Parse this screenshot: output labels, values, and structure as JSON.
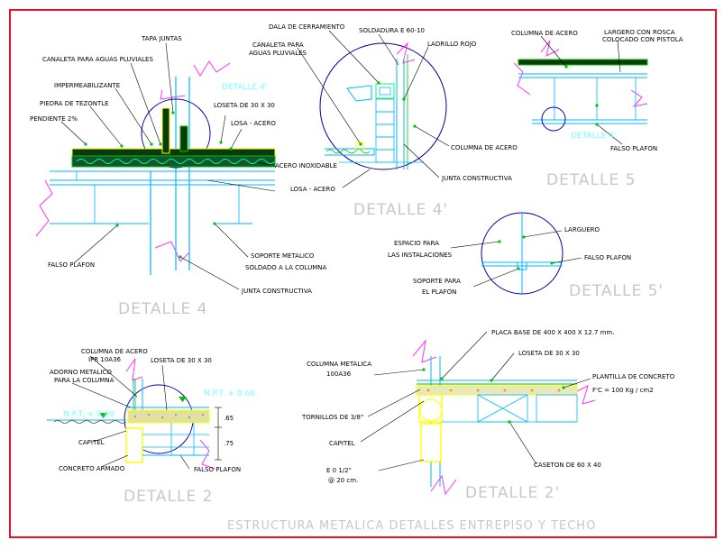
{
  "colors": {
    "border": "#e8102a",
    "cyan": "#00b8ff",
    "magenta": "#ff33ff",
    "yellow": "#ffff00",
    "green": "#00c000",
    "dark_green": "#0a3a0a",
    "gray_title": "#c8c8c8",
    "dark_blue": "#0000a0",
    "orange": "#ff9000"
  },
  "d4": {
    "tapa_juntas": "TAPA JUNTAS",
    "canaleta": "CANALETA PARA AGUAS PLUVIALES",
    "impermeabilizante": "IMPERMEABILIZANTE",
    "piedra": "PIEDRA DE TEZONTLE",
    "pendiente": "PENDIENTE 2%",
    "detalle_ref": "DETALLE 4'",
    "loseta": "LOSETA DE 30 X 30",
    "losa": "LOSA - ACERO",
    "acero_inox": "ACERO INOXIDABLE",
    "losa2": "LOSA - ACERO",
    "falso_plafon": "FALSO PLAFON",
    "soporte1": "SOPORTE METALICO",
    "soporte2": "SOLDADO A LA COLUMNA",
    "junta": "JUNTA CONSTRUCTIVA",
    "title": "DETALLE 4"
  },
  "d4p": {
    "dala": "DALA DE CERRAMIENTO",
    "soldadura": "SOLDADURA E 60-10",
    "canaleta1": "CANALETA PARA",
    "canaleta2": "AGUAS PLUVIALES",
    "ladrillo": "LADRILLO ROJO",
    "columna": "COLUMNA DE ACERO",
    "junta": "JUNTA CONSTRUCTIVA",
    "title": "DETALLE 4'"
  },
  "d5": {
    "columna": "COLUMNA DE ACERO",
    "larguero1": "LARGERO CON ROSCA",
    "larguero2": "COLOCADO CON PISTOLA",
    "detalle_ref": "DETALLE 4'",
    "falso_plafon": "FALSO PLAFON",
    "title": "DETALLE 5"
  },
  "d5p": {
    "larguero": "LARGUERO",
    "espacio1": "ESPACIO PARA",
    "espacio2": "LAS INSTALACIONES",
    "falso_plafon": "FALSO PLAFON",
    "soporte1": "SOPORTE PARA",
    "soporte2": "EL PLAFON",
    "title": "DETALLE 5'"
  },
  "d2": {
    "columna1": "COLUMNA DE ACERO",
    "columna2": "IPR 10A36",
    "adorno1": "ADORNO METALICO",
    "adorno2": "PARA LA COLUMNA",
    "loseta": "LOSETA DE 30 X 30",
    "npt_right": "N.P.T. + 0.60",
    "npt_left": "N.P.T. + 0.00",
    "capitel": "CAPITEL",
    "dim1": ".65",
    "dim2": ".75",
    "concreto": "CONCRETO ARMADO",
    "falso_plafon": "FALSO PLAFON",
    "title": "DETALLE 2"
  },
  "d2p": {
    "placa": "PLACA BASE DE 400 X 400 X 12.7 mm.",
    "columna1": "COLUMNA METALICA",
    "columna2": "100A36",
    "loseta": "LOSETA DE 30 X 30",
    "plantilla1": "PLANTILLA DE CONCRETO",
    "plantilla2": "F'C = 100 Kg / cm2",
    "tornillos": "TORNILLOS DE 3/8\"",
    "capitel": "CAPITEL",
    "e1": "E 0 1/2\"",
    "e2": "@ 20 cm.",
    "caseton": "CASETON DE 60 X 40",
    "title": "DETALLE 2'"
  },
  "footer": "ESTRUCTURA METALICA DETALLES   ENTREPISO Y TECHO"
}
